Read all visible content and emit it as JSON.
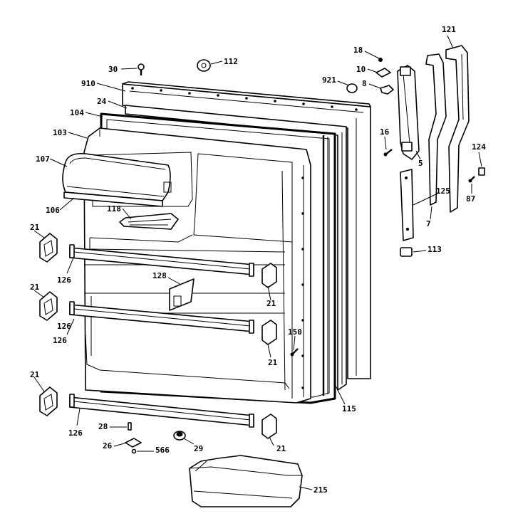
{
  "callouts": [
    {
      "id": "c30",
      "text": "30"
    },
    {
      "id": "c112",
      "text": "112"
    },
    {
      "id": "c910",
      "text": "910"
    },
    {
      "id": "c24",
      "text": "24"
    },
    {
      "id": "c104",
      "text": "104"
    },
    {
      "id": "c103",
      "text": "103"
    },
    {
      "id": "c107",
      "text": "107"
    },
    {
      "id": "c106",
      "text": "106"
    },
    {
      "id": "c118",
      "text": "118"
    },
    {
      "id": "c21a",
      "text": "21"
    },
    {
      "id": "c126a",
      "text": "126"
    },
    {
      "id": "c21b",
      "text": "21"
    },
    {
      "id": "c126b",
      "text": "126"
    },
    {
      "id": "c126c",
      "text": "126"
    },
    {
      "id": "c128",
      "text": "128"
    },
    {
      "id": "c21c",
      "text": "21"
    },
    {
      "id": "c21d",
      "text": "21"
    },
    {
      "id": "c150",
      "text": "150"
    },
    {
      "id": "c21e",
      "text": "21"
    },
    {
      "id": "c115",
      "text": "115"
    },
    {
      "id": "c21f",
      "text": "21"
    },
    {
      "id": "c126d",
      "text": "126"
    },
    {
      "id": "c28",
      "text": "28"
    },
    {
      "id": "c26",
      "text": "26"
    },
    {
      "id": "c566",
      "text": "566"
    },
    {
      "id": "c29",
      "text": "29"
    },
    {
      "id": "c215",
      "text": "215"
    },
    {
      "id": "c18",
      "text": "18"
    },
    {
      "id": "c10",
      "text": "10"
    },
    {
      "id": "c921",
      "text": "921"
    },
    {
      "id": "c8",
      "text": "8"
    },
    {
      "id": "c16",
      "text": "16"
    },
    {
      "id": "c5",
      "text": "5"
    },
    {
      "id": "c121",
      "text": "121"
    },
    {
      "id": "c124",
      "text": "124"
    },
    {
      "id": "c87",
      "text": "87"
    },
    {
      "id": "c125",
      "text": "125"
    },
    {
      "id": "c7",
      "text": "7"
    },
    {
      "id": "c113",
      "text": "113"
    }
  ]
}
